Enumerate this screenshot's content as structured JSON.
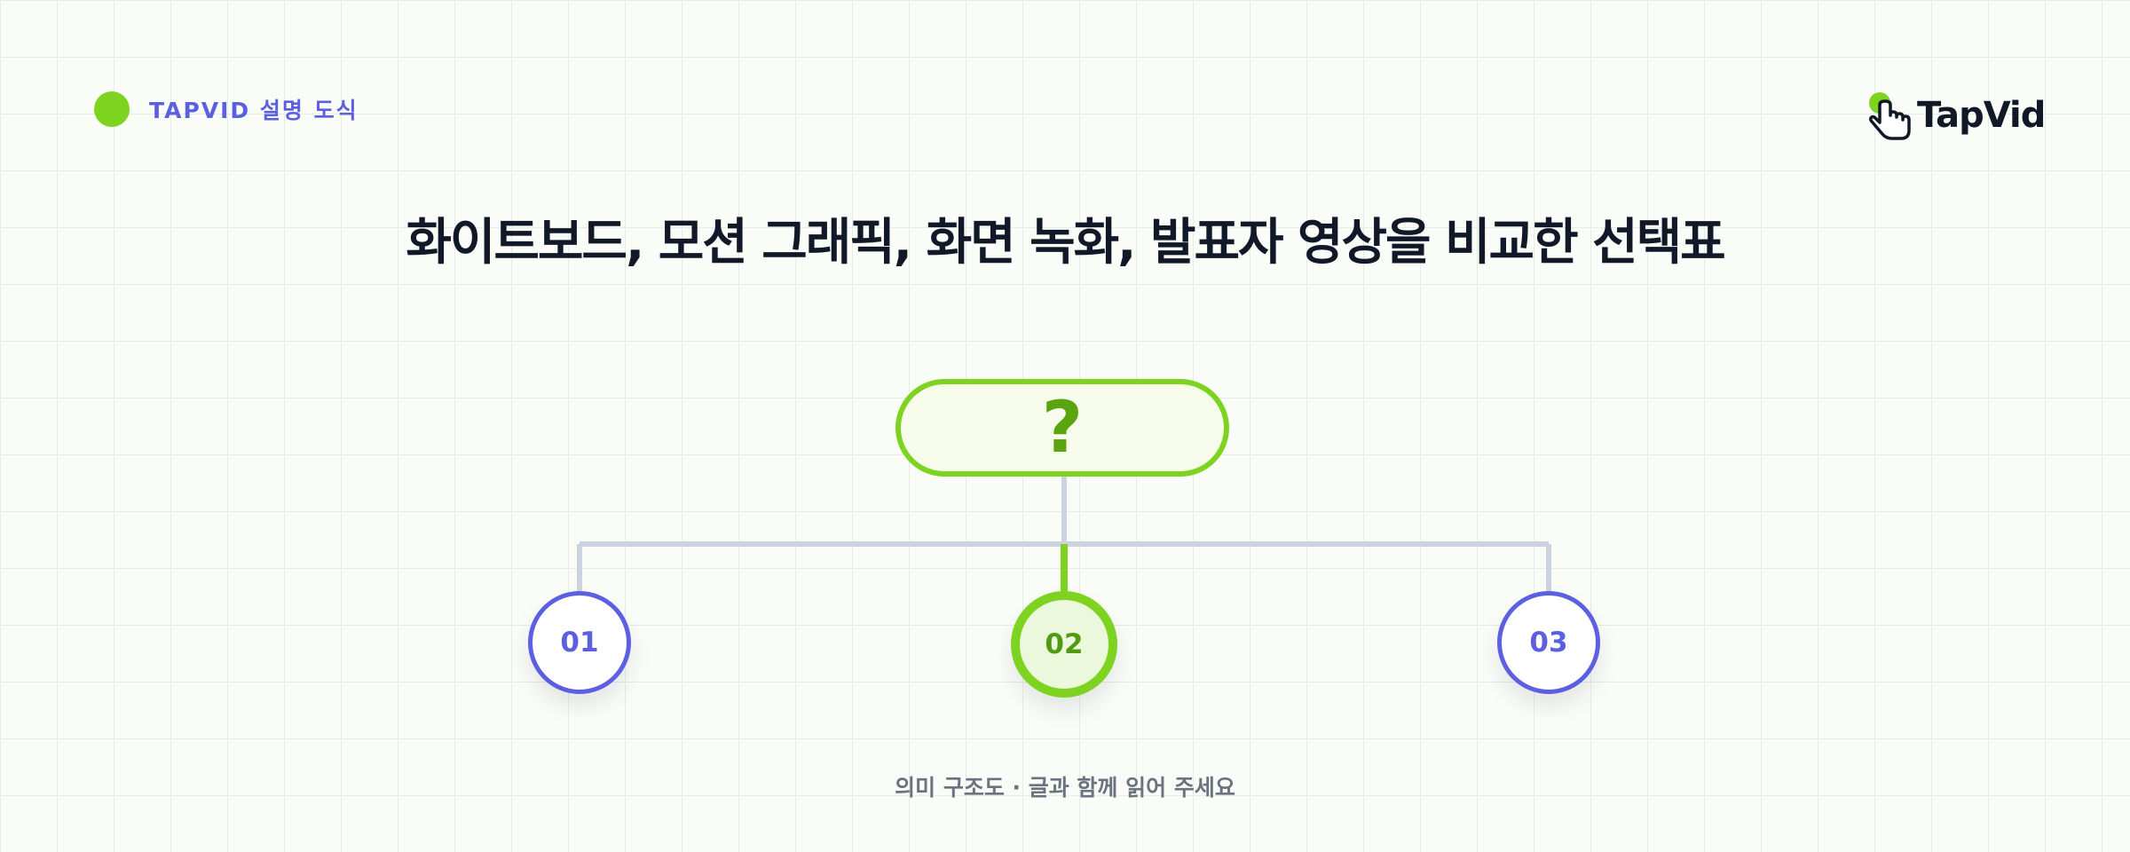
{
  "header": {
    "badge_label": "TAPVID 설명 도식",
    "brand_name": "TapVid"
  },
  "title": "화이트보드, 모션 그래픽, 화면 녹화, 발표자 영상을 비교한 선택표",
  "diagram": {
    "root_label": "?",
    "nodes": [
      {
        "label": "01",
        "active": false
      },
      {
        "label": "02",
        "active": true
      },
      {
        "label": "03",
        "active": false
      }
    ]
  },
  "caption": "의미 구조도 · 글과 함께 읽어 주세요",
  "colors": {
    "accent_green": "#7ed321",
    "accent_indigo": "#5b5fe0",
    "connector_gray": "#ccd3e0",
    "text_dark": "#111827"
  }
}
